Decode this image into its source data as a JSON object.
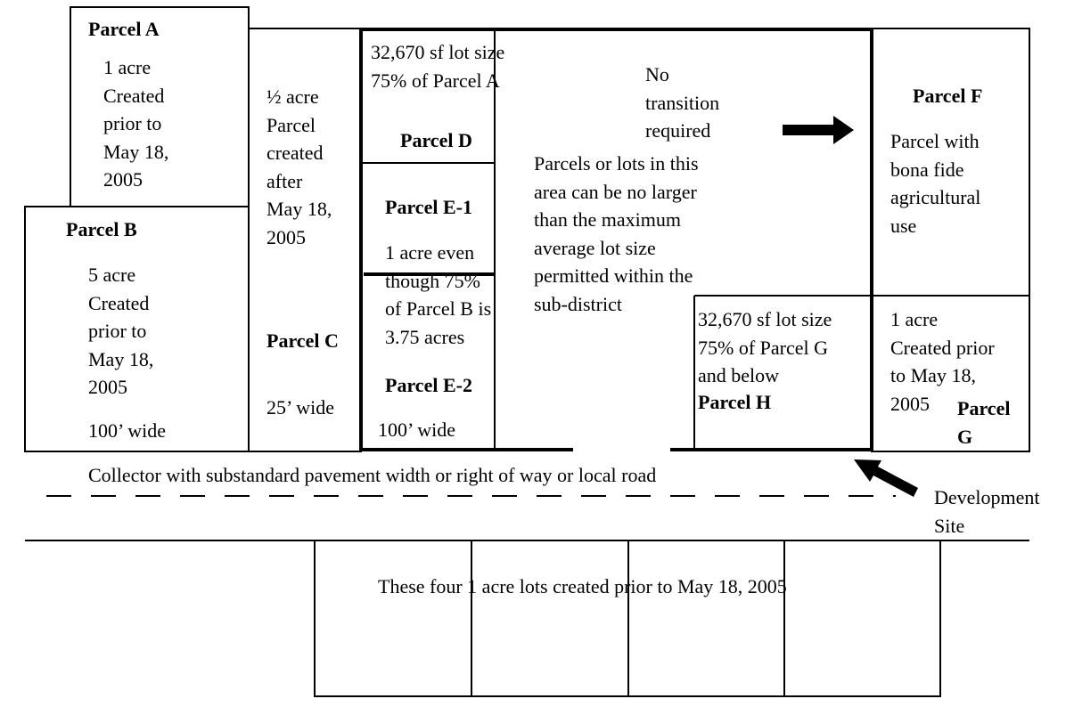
{
  "parcel_a": {
    "label": "Parcel A",
    "text": "1 acre\nCreated\nprior to\nMay 18,\n2005"
  },
  "parcel_b": {
    "label": "Parcel B",
    "text": "5 acre\nCreated\nprior to\nMay 18,\n2005",
    "width": "100’ wide"
  },
  "parcel_c": {
    "text": "½ acre\nParcel\ncreated\nafter\nMay 18,\n2005",
    "label": "Parcel C",
    "width": "25’ wide"
  },
  "parcel_d": {
    "text": "32,670 sf lot size\n75% of Parcel A",
    "label": "Parcel D"
  },
  "parcel_e": {
    "label_1": "Parcel E-1",
    "text": "1 acre even\nthough 75%\nof Parcel B is\n3.75 acres",
    "label_2": "Parcel E-2",
    "width": "100’ wide"
  },
  "center": {
    "no_transition": "No\ntransition\nrequired",
    "note": "Parcels or lots in this\narea can be no larger\nthan the maximum\naverage lot size\npermitted within the\nsub-district"
  },
  "parcel_f": {
    "label": "Parcel F",
    "text": "Parcel with\nbona fide\nagricultural\nuse"
  },
  "parcel_g": {
    "text": "1 acre\nCreated prior\nto May 18,\n2005",
    "label": "Parcel\nG"
  },
  "parcel_h": {
    "text": "32,670 sf lot size\n75% of Parcel G\nand below",
    "label": "Parcel H"
  },
  "road": {
    "label": "Collector with substandard pavement width or right of way or local road"
  },
  "development_site": {
    "label": "Development\nSite"
  },
  "lower_lots": {
    "label": "These four 1 acre lots created prior to May 18, 2005"
  }
}
